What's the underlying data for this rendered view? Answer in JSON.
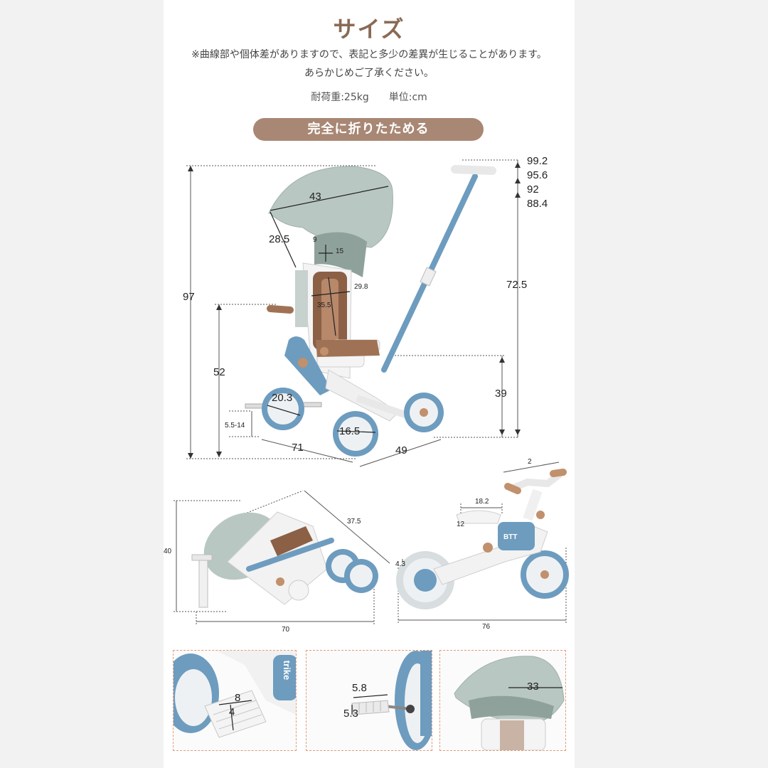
{
  "header": {
    "title": "サイズ",
    "note_line1": "※曲線部や個体差がありますので、表記と多少の差異が生じることがあります。",
    "note_line2": "あらかじめご了承ください。",
    "spec": "耐荷重:25kg　　単位:cm"
  },
  "badge": {
    "label": "完全に折りたためる"
  },
  "main_dims": {
    "handle_heights": [
      "99.2",
      "95.6",
      "92",
      "88.4"
    ],
    "push_bar_height": "72.5",
    "total_height": "97",
    "seat_height": "52",
    "canopy_width": "43",
    "canopy_depth": "28.5",
    "backrest_w1": "9",
    "backrest_w2": "15",
    "seat_width": "29.8",
    "backrest_height": "35.5",
    "armrest_height": "39",
    "front_wheel": "20.3",
    "footrest_height": "5.5-14",
    "rear_wheel": "16.5",
    "length": "71",
    "width": "49"
  },
  "folded_dims": {
    "height": "40",
    "diagonal": "37.5",
    "length": "70"
  },
  "balance_dims": {
    "handlebar": "2",
    "seat_length": "18.2",
    "seat_thickness": "12",
    "clearance": "4.3",
    "length": "76",
    "logo": "BTT"
  },
  "detail_panels": {
    "pedal_a": "8",
    "pedal_b": "4",
    "pedal_logo": "trike",
    "footrest_a": "5.8",
    "footrest_b": "5.3",
    "canopy_width": "33"
  },
  "colors": {
    "brand_brown": "#a88774",
    "title_brown": "#8a6a55",
    "frame_blue": "#6d9cbf",
    "canopy_gray": "#b8c7c2",
    "seat_brown": "#8b6045"
  }
}
